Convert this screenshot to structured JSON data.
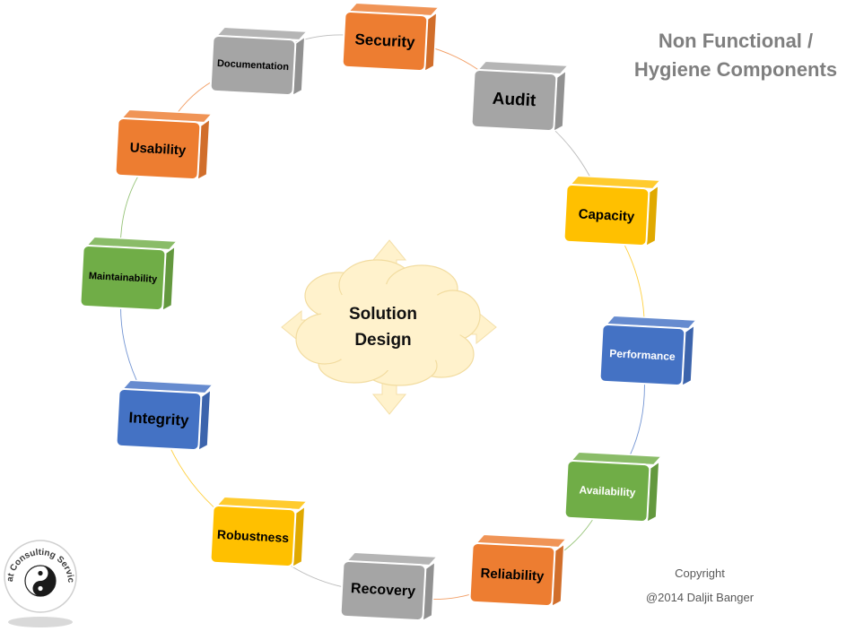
{
  "title": {
    "line1": "Non Functional /",
    "line2": "Hygiene Components"
  },
  "center": {
    "line1": "Solution",
    "line2": "Design"
  },
  "components": [
    {
      "label": "Security",
      "color": "#ed7d31"
    },
    {
      "label": "Audit",
      "color": "#a5a5a5"
    },
    {
      "label": "Capacity",
      "color": "#ffc000"
    },
    {
      "label": "Performance",
      "color": "#4472c4"
    },
    {
      "label": "Availability",
      "color": "#70ad47"
    },
    {
      "label": "Reliability",
      "color": "#ed7d31"
    },
    {
      "label": "Recovery",
      "color": "#a5a5a5"
    },
    {
      "label": "Robustness",
      "color": "#ffc000"
    },
    {
      "label": "Integrity",
      "color": "#4472c4"
    },
    {
      "label": "Maintainability",
      "color": "#70ad47"
    },
    {
      "label": "Usability",
      "color": "#ed7d31"
    },
    {
      "label": "Documentation",
      "color": "#a5a5a5"
    }
  ],
  "copyright": {
    "line1": "Copyright",
    "line2": "@2014 Daljit Banger"
  },
  "logo": {
    "arc_text": "Seat Consulting Services",
    "icon": "yin-yang-icon"
  },
  "colors": {
    "title": "#7f7f7f",
    "cloud": "#fff2cc",
    "arrows": "#fff2cc"
  }
}
